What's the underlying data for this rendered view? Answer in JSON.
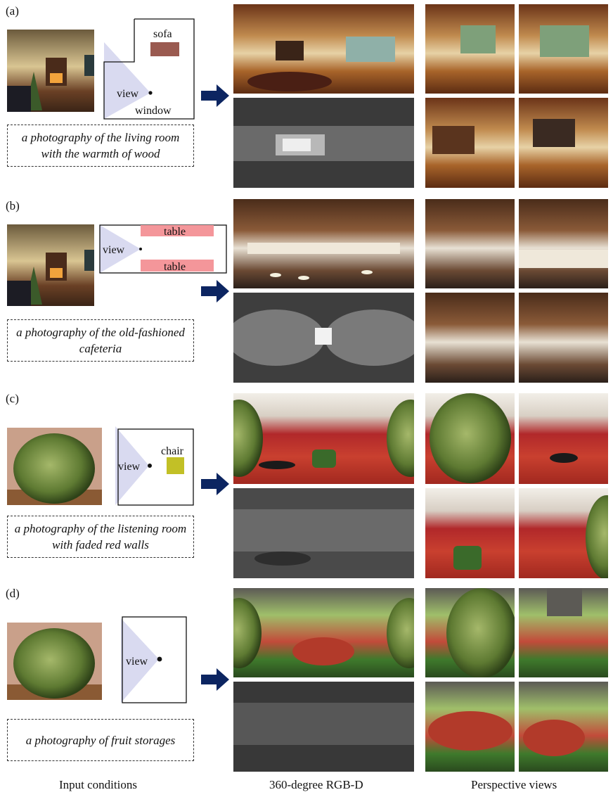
{
  "rows": [
    {
      "label": "(a)",
      "prompt": "a photography of the living room with the warmth of wood",
      "layout": {
        "view_label": "view",
        "object_label": "sofa",
        "window_label": "window"
      }
    },
    {
      "label": "(b)",
      "prompt": "a photography of the old-fashioned cafeteria",
      "layout": {
        "view_label": "view",
        "table_top_label": "table",
        "table_bottom_label": "table"
      }
    },
    {
      "label": "(c)",
      "prompt": "a photography of the listening room with faded red walls",
      "layout": {
        "view_label": "view",
        "object_label": "chair"
      }
    },
    {
      "label": "(d)",
      "prompt": "a photography of fruit storages",
      "layout": {
        "view_label": "view"
      }
    }
  ],
  "columns": {
    "input": "Input conditions",
    "rgbd": "360-degree RGB-D",
    "perspective": "Perspective views"
  },
  "colors": {
    "view_cone": "#d9daf0",
    "sofa": "#9a5a50",
    "table": "#f4969a",
    "chair": "#c2c026",
    "arrow": "#0c2561"
  }
}
